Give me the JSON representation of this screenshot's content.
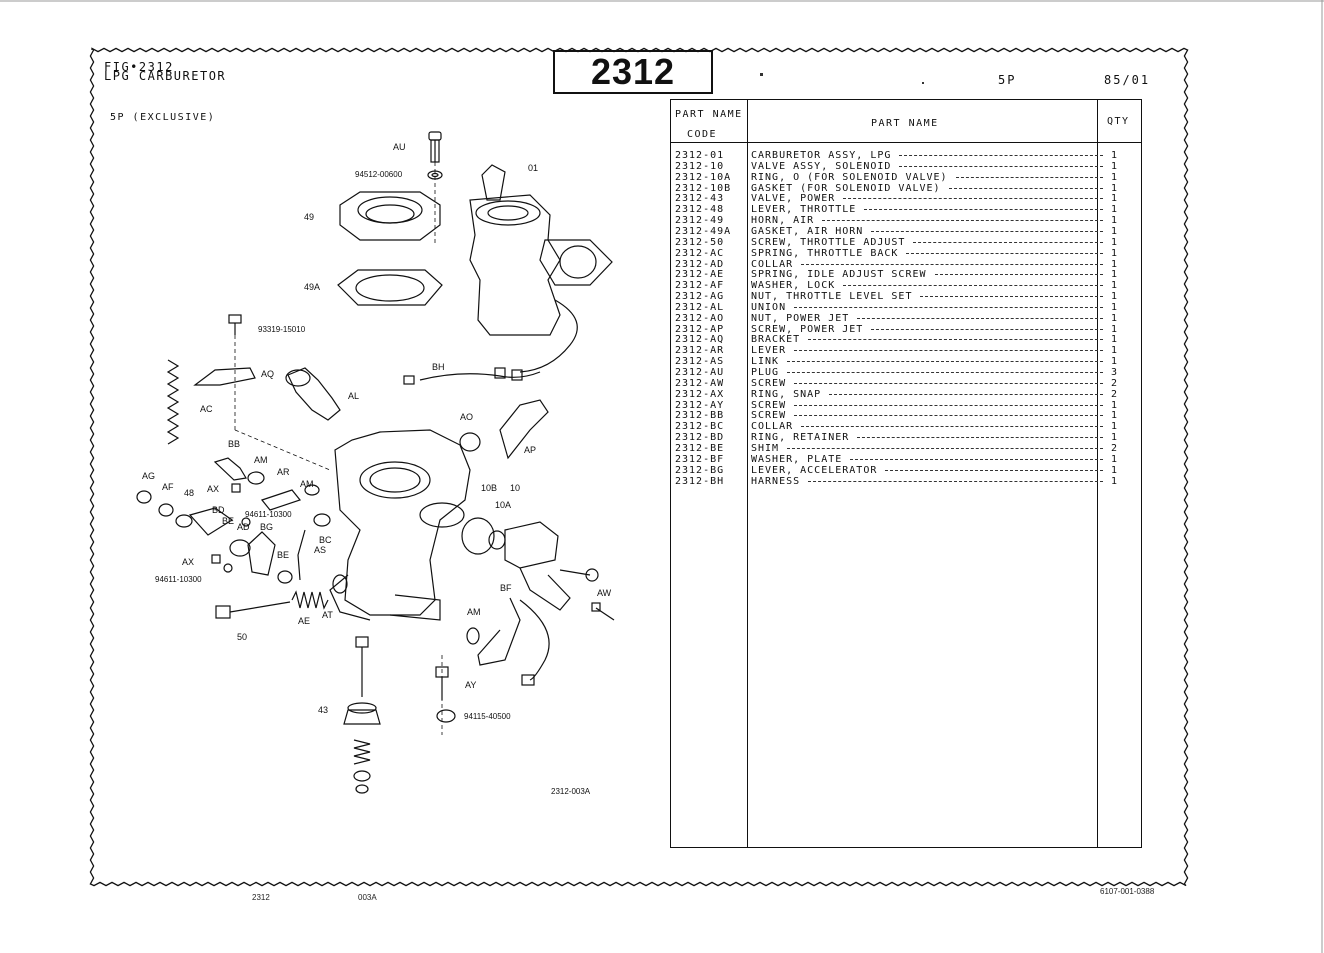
{
  "header": {
    "fig_label": "FIG•2312",
    "title": "LPG CARBURETOR",
    "subtitle": "5P (EXCLUSIVE)",
    "fig_number": "2312",
    "model": "5P",
    "date": "85/01"
  },
  "table": {
    "col_code_header_1": "PART NAME",
    "col_code_header_2": "CODE",
    "col_name_header": "PART  NAME",
    "col_qty_header": "QTY",
    "rows": [
      {
        "code": "2312-01",
        "name": "CARBURETOR ASSY, LPG",
        "qty": "1"
      },
      {
        "code": "2312-10",
        "name": "VALVE ASSY, SOLENOID",
        "qty": "1"
      },
      {
        "code": "2312-10A",
        "name": "RING, O (FOR SOLENOID VALVE)",
        "qty": "1"
      },
      {
        "code": "2312-10B",
        "name": "GASKET (FOR SOLENOID VALVE)",
        "qty": "1"
      },
      {
        "code": "2312-43",
        "name": "VALVE, POWER",
        "qty": "1"
      },
      {
        "code": "2312-48",
        "name": "LEVER, THROTTLE",
        "qty": "1"
      },
      {
        "code": "2312-49",
        "name": "HORN, AIR",
        "qty": "1"
      },
      {
        "code": "2312-49A",
        "name": "GASKET, AIR HORN",
        "qty": "1"
      },
      {
        "code": "2312-50",
        "name": "SCREW, THROTTLE ADJUST",
        "qty": "1"
      },
      {
        "code": "2312-AC",
        "name": "SPRING, THROTTLE BACK",
        "qty": "1"
      },
      {
        "code": "2312-AD",
        "name": "COLLAR",
        "qty": "1"
      },
      {
        "code": "2312-AE",
        "name": "SPRING, IDLE ADJUST SCREW",
        "qty": "1"
      },
      {
        "code": "2312-AF",
        "name": "WASHER, LOCK",
        "qty": "1"
      },
      {
        "code": "2312-AG",
        "name": "NUT, THROTTLE LEVEL SET",
        "qty": "1"
      },
      {
        "code": "2312-AL",
        "name": "UNION",
        "qty": "1"
      },
      {
        "code": "2312-AO",
        "name": "NUT, POWER JET",
        "qty": "1"
      },
      {
        "code": "2312-AP",
        "name": "SCREW, POWER JET",
        "qty": "1"
      },
      {
        "code": "2312-AQ",
        "name": "BRACKET",
        "qty": "1"
      },
      {
        "code": "2312-AR",
        "name": "LEVER",
        "qty": "1"
      },
      {
        "code": "2312-AS",
        "name": "LINK",
        "qty": "1"
      },
      {
        "code": "2312-AU",
        "name": "PLUG",
        "qty": "3"
      },
      {
        "code": "2312-AW",
        "name": "SCREW",
        "qty": "2"
      },
      {
        "code": "2312-AX",
        "name": "RING, SNAP",
        "qty": "2"
      },
      {
        "code": "2312-AY",
        "name": "SCREW",
        "qty": "1"
      },
      {
        "code": "2312-BB",
        "name": "SCREW",
        "qty": "1"
      },
      {
        "code": "2312-BC",
        "name": "COLLAR",
        "qty": "1"
      },
      {
        "code": "2312-BD",
        "name": "RING, RETAINER",
        "qty": "1"
      },
      {
        "code": "2312-BE",
        "name": "SHIM",
        "qty": "2"
      },
      {
        "code": "2312-BF",
        "name": "WASHER, PLATE",
        "qty": "1"
      },
      {
        "code": "2312-BG",
        "name": "LEVER, ACCELERATOR",
        "qty": "1"
      },
      {
        "code": "2312-BH",
        "name": "HARNESS",
        "qty": "1"
      }
    ]
  },
  "diagram": {
    "callouts": {
      "AU": "AU",
      "p94512": "94512-00600",
      "c01": "01",
      "c49": "49",
      "c49A": "49A",
      "p93319": "93319-15010",
      "AQ": "AQ",
      "AL": "AL",
      "AC": "AC",
      "BH": "BH",
      "AO": "AO",
      "AP": "AP",
      "BB": "BB",
      "AM1": "AM",
      "AR": "AR",
      "AM2": "AM",
      "AG": "AG",
      "AF": "AF",
      "c48": "48",
      "AX1": "AX",
      "BD": "BD",
      "BE1": "BE",
      "p94611a": "94611-10300",
      "AD": "AD",
      "BG": "BG",
      "BC": "BC",
      "AS": "AS",
      "AX2": "AX",
      "BE2": "BE",
      "p94611b": "94611-10300",
      "c10B": "10B",
      "c10": "10",
      "c10A": "10A",
      "BF": "BF",
      "AW": "AW",
      "c50": "50",
      "AE": "AE",
      "AT": "AT",
      "AM3": "AM",
      "AY": "AY",
      "c43": "43",
      "p94115": "94115-40500"
    },
    "drawing_ref": "2312-003A"
  },
  "footer": {
    "left": "2312",
    "middle": "003A",
    "right": "6107-001-0388"
  }
}
